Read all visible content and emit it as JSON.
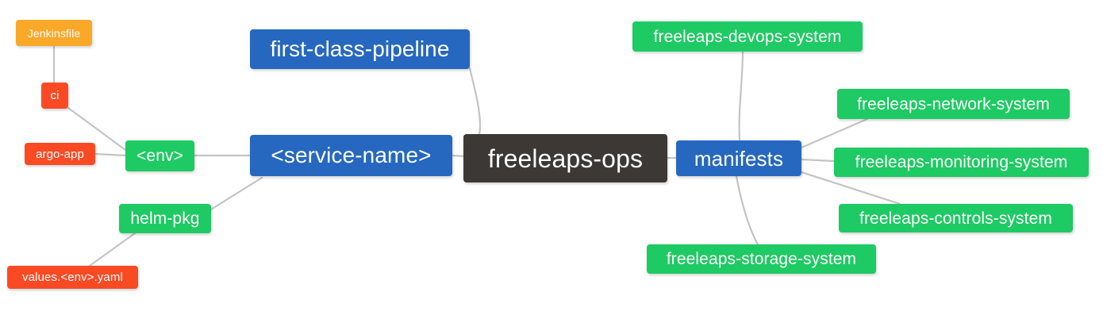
{
  "diagram": {
    "type": "mindmap",
    "title": "freeleaps-ops",
    "background": "#ffffff",
    "link_color": "#c4c4c4",
    "palette": {
      "root": "#3c3836",
      "blue": "#2668bf",
      "green": "#1eca63",
      "red": "#fa4a24",
      "amber": "#faa828",
      "text": "#ffffff"
    }
  },
  "nodes": {
    "root": {
      "label": "freeleaps-ops",
      "color": "#3c3836"
    },
    "service_name": {
      "label": "<service-name>",
      "color": "#2668bf"
    },
    "first_class_pipeline": {
      "label": "first-class-pipeline",
      "color": "#2668bf"
    },
    "env": {
      "label": "<env>",
      "color": "#1eca63"
    },
    "ci": {
      "label": "ci",
      "color": "#fa4a24"
    },
    "jenkinsfile": {
      "label": "Jenkinsfile",
      "color": "#faa828"
    },
    "argo_app": {
      "label": "argo-app",
      "color": "#fa4a24"
    },
    "helm_pkg": {
      "label": "helm-pkg",
      "color": "#1eca63"
    },
    "values_yaml": {
      "label": "values.<env>.yaml",
      "color": "#fa4a24"
    },
    "manifests": {
      "label": "manifests",
      "color": "#2668bf"
    },
    "devops_system": {
      "label": "freeleaps-devops-system",
      "color": "#1eca63"
    },
    "network_system": {
      "label": "freeleaps-network-system",
      "color": "#1eca63"
    },
    "monitoring_system": {
      "label": "freeleaps-monitoring-system",
      "color": "#1eca63"
    },
    "controls_system": {
      "label": "freeleaps-controls-system",
      "color": "#1eca63"
    },
    "storage_system": {
      "label": "freeleaps-storage-system",
      "color": "#1eca63"
    }
  },
  "edges": [
    {
      "from": "root",
      "to": "service_name"
    },
    {
      "from": "root",
      "to": "manifests"
    },
    {
      "from": "service_name",
      "to": "first_class_pipeline"
    },
    {
      "from": "service_name",
      "to": "env"
    },
    {
      "from": "service_name",
      "to": "helm_pkg"
    },
    {
      "from": "env",
      "to": "ci"
    },
    {
      "from": "env",
      "to": "argo_app"
    },
    {
      "from": "ci",
      "to": "jenkinsfile"
    },
    {
      "from": "helm_pkg",
      "to": "values_yaml"
    },
    {
      "from": "manifests",
      "to": "devops_system"
    },
    {
      "from": "manifests",
      "to": "network_system"
    },
    {
      "from": "manifests",
      "to": "monitoring_system"
    },
    {
      "from": "manifests",
      "to": "controls_system"
    },
    {
      "from": "manifests",
      "to": "storage_system"
    }
  ]
}
